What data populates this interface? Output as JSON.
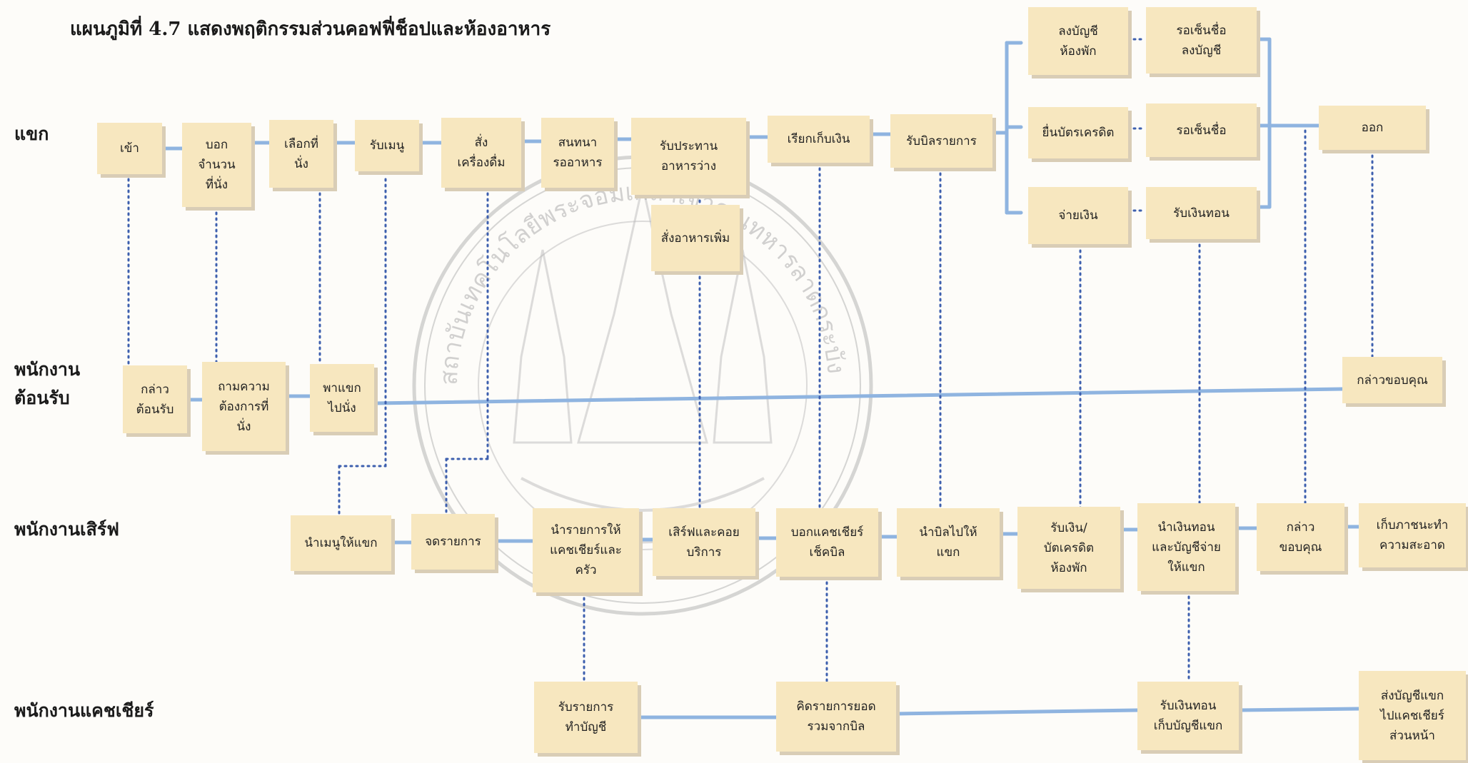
{
  "title": "แผนภูมิที่  4.7  แสดงพฤติกรรมส่วนคอฟฟี่ช็อปและห้องอาหาร",
  "lanes": [
    {
      "label": "แขก"
    },
    {
      "label": "พนักงาน\nต้อนรับ"
    },
    {
      "label": "พนักงานเสิร์ฟ"
    },
    {
      "label": "พนักงานแคชเชียร์"
    }
  ],
  "boxes": {
    "g1": "เข้า",
    "g2": "บอก\nจำนวน\nที่นั่ง",
    "g3": "เลือกที่\nนั่ง",
    "g4": "รับเมนู",
    "g5": "สั่ง\nเครื่องดื่ม",
    "g6": "สนทนา\nรออาหาร",
    "g7": "รับประทาน\nอาหารว่าง",
    "g7b": "สั่งอาหารเพิ่ม",
    "g8": "เรียกเก็บเงิน",
    "g9": "รับบิลรายการ",
    "g10a": "ลงบัญชี\nห้องพัก",
    "g10b": "ยื่นบัตรเครดิต",
    "g10c": "จ่ายเงิน",
    "g11a": "รอเซ็นชื่อ\nลงบัญชี",
    "g11b": "รอเซ็นชื่อ",
    "g11c": "รับเงินทอน",
    "g12": "ออก",
    "h1": "กล่าว\nต้อนรับ",
    "h2": "ถามความ\nต้องการที่\nนั่ง",
    "h3": "พาแขก\nไปนั่ง",
    "h4": "กล่าวขอบคุณ",
    "w1": "นำเมนูให้แขก",
    "w2": "จดรายการ",
    "w3": "นำรายการให้\nแคชเชียร์และ\nครัว",
    "w4": "เสิร์ฟและคอย\nบริการ",
    "w5": "บอกแคชเชียร์\nเช็คบิล",
    "w6": "นำบิลไปให้\nแขก",
    "w7": "รับเงิน/\nบัตเครดิต\nห้องพัก",
    "w8": "นำเงินทอน\nและบัญชีจ่าย\nให้แขก",
    "w9": "กล่าว\nขอบคุณ",
    "w10": "เก็บภาชนะทำ\nความสะอาด",
    "c1": "รับรายการ\nทำบัญชี",
    "c2": "คิดรายการยอด\nรวมจากบิล",
    "c3": "รับเงินทอน\nเก็บบัญชีแขก",
    "c4": "ส่งบัญชีแขก\nไปแคชเชียร์\nส่วนหน้า"
  },
  "colors": {
    "box_fill": "#f7e7bf",
    "box_shadow": "#d9cdb6",
    "flow_line": "#8fb4e0",
    "dotted_link": "#3d5fae",
    "watermark": "#b4b4b4"
  },
  "watermark": {
    "text": "สถาบันเทคโนโลยีพระจอมเกล้าเจ้าคุณทหารลาดกระบัง"
  }
}
